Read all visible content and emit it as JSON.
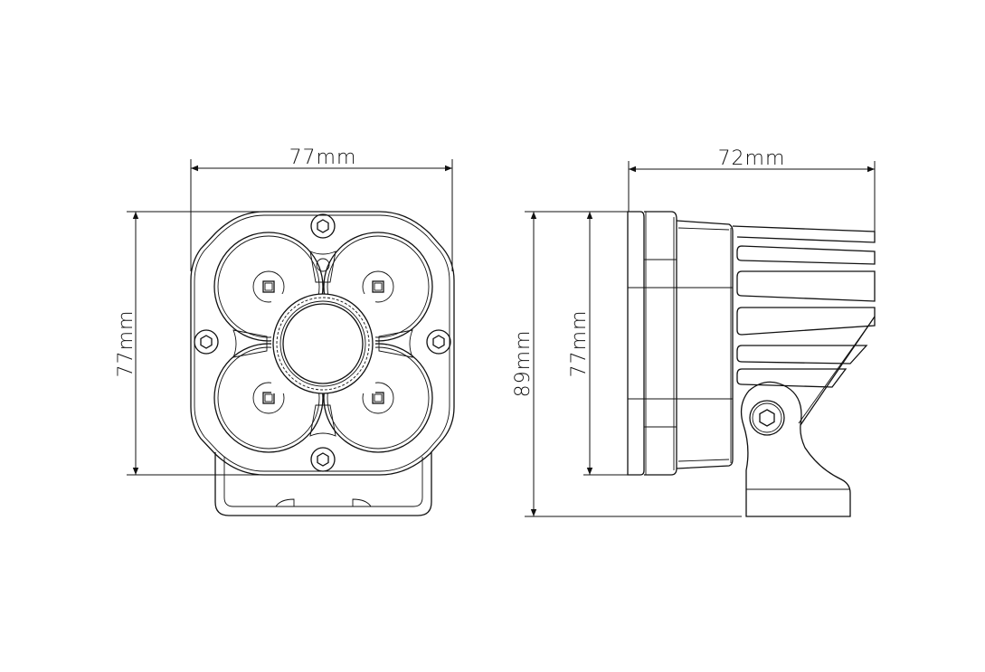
{
  "front_view": {
    "width_label": "77mm",
    "height_label": "77mm"
  },
  "side_view": {
    "depth_label": "72mm",
    "total_height_label": "89mm",
    "body_height_label": "77mm"
  },
  "colors": {
    "line": "#111111",
    "background": "#ffffff"
  }
}
